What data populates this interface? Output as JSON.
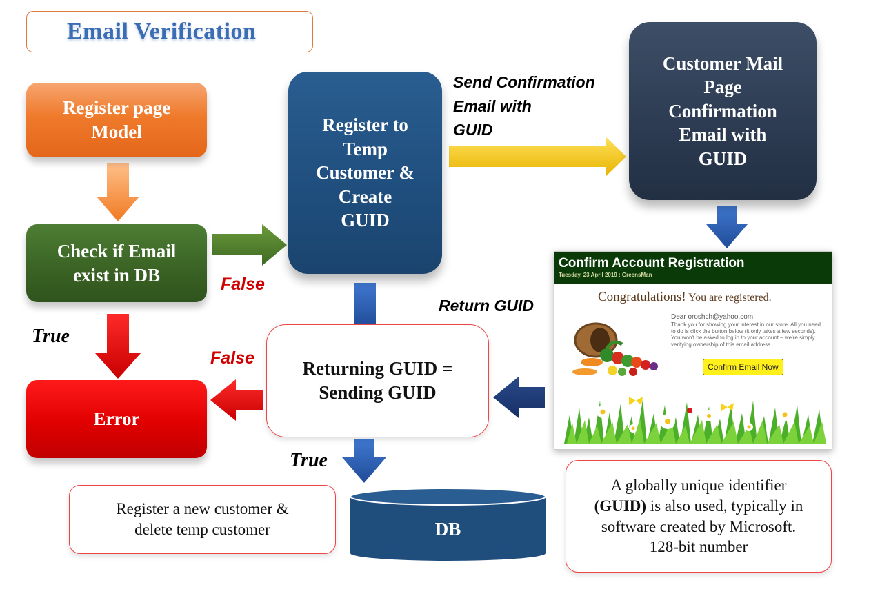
{
  "title": "Email Verification",
  "nodes": {
    "register_page": [
      "Register page",
      "Model"
    ],
    "check_email": [
      "Check if Email",
      "exist in DB"
    ],
    "register_temp": [
      "Register to",
      "Temp",
      "Customer &",
      "Create",
      "GUID"
    ],
    "customer_mail": [
      "Customer Mail",
      "Page",
      "Confirmation",
      "Email with",
      "GUID"
    ],
    "error": "Error",
    "compare": [
      "Returning GUID =",
      "Sending GUID"
    ],
    "db": "DB",
    "new_customer": [
      "Register a new customer &",
      "delete temp customer"
    ],
    "guid_info": [
      "A globally unique identifier",
      "(GUID)",
      " is also used, typically in",
      "software created by Microsoft.",
      "128-bit number"
    ]
  },
  "labels": {
    "send_confirmation": [
      "Send Confirmation",
      "Email with",
      "GUID"
    ],
    "return_guid": "Return GUID",
    "false_check": "False",
    "false_compare": "False",
    "true_check": "True",
    "true_compare": "True"
  },
  "email_preview": {
    "title": "Confirm Account Registration",
    "date": "Tuesday, 23 April 2019 : GreensMan",
    "congrats_big": "Congratulations!",
    "congrats_small": " You are registered.",
    "dear": "Dear oroshch@yahoo.com,",
    "body": "Thank you for showing your interest in our store. All you need to do is click the button below (it only takes a few seconds). You won't be asked to log in to your account – we're simply verifying ownership of this email address.",
    "button": "Confirm Email Now"
  },
  "colors": {
    "orange": "#ef7a2b",
    "green": "#3b6425",
    "navy": "#1f4e7d",
    "slate": "#2c3b52",
    "red": "#e00000",
    "gold": "#f2c300",
    "blue_arrow": "#2f5fb0"
  }
}
